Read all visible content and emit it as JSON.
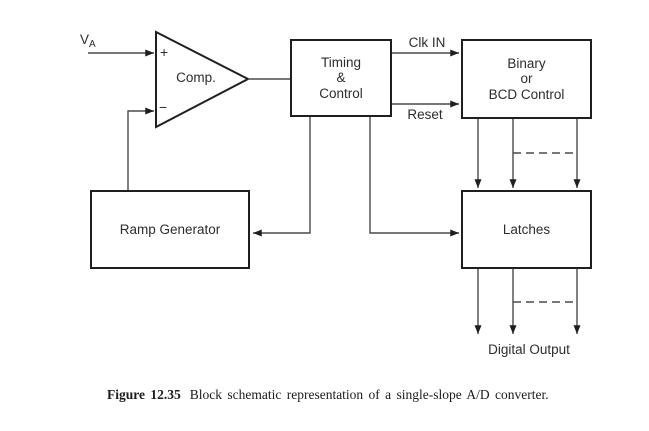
{
  "colors": {
    "background": "#ffffff",
    "wire": "#4a4a4a",
    "box_border": "#1f1f1f",
    "text": "#2d2d2d"
  },
  "diagram": {
    "input": {
      "base": "V",
      "sub": "A"
    },
    "comparator": {
      "label": "Comp.",
      "plus_input": "+",
      "minus_input": "−"
    },
    "blocks": {
      "timing_control": {
        "lines": [
          "Timing",
          "&",
          "Control"
        ]
      },
      "binary_bcd": {
        "lines": [
          "Binary",
          "or",
          "BCD Control"
        ]
      },
      "ramp_generator": {
        "label": "Ramp Generator"
      },
      "latches": {
        "label": "Latches"
      }
    },
    "signals": {
      "clk_in": "Clk IN",
      "reset": "Reset",
      "digital_output": "Digital Output"
    }
  },
  "caption": {
    "label": "Figure 12.35",
    "text": "Block schematic representation of a single-slope A/D converter."
  }
}
